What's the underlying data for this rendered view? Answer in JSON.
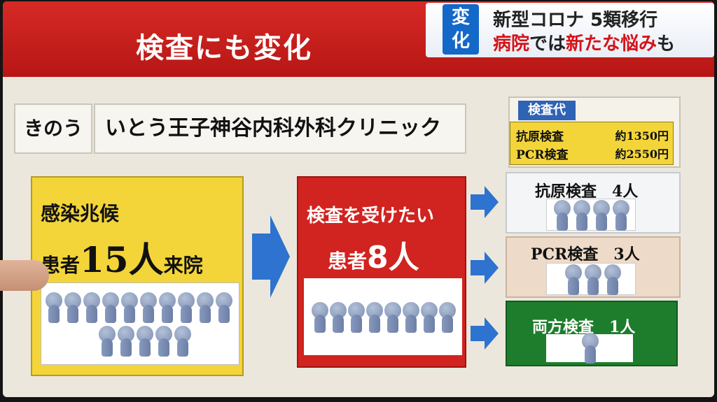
{
  "header": {
    "title": "検査にも変化"
  },
  "tag": {
    "badge": "変化",
    "line1": "新型コロナ 5類移行",
    "line2_a": "病院",
    "line2_b": "では",
    "line2_c": "新たな悩み",
    "line2_d": "も"
  },
  "clinic": {
    "date": "きのう",
    "name": "いとう王子神谷内科外科クリニック"
  },
  "cost": {
    "title": "検査代",
    "rows": [
      {
        "name": "抗原検査",
        "price": "約1350円"
      },
      {
        "name": "PCR検査",
        "price": "約2550円"
      }
    ]
  },
  "symptoms": {
    "line1": "感染兆候",
    "line2_pre": "患者",
    "count": "15人",
    "line2_post": "来院",
    "people": 15
  },
  "want_test": {
    "line1": "検査を受けたい",
    "line2_pre": "患者",
    "count": "8人",
    "people": 8
  },
  "results": [
    {
      "label": "抗原検査　4人",
      "people": 4
    },
    {
      "label": "PCR検査　3人",
      "people": 3
    },
    {
      "label": "両方検査　1人",
      "people": 1
    }
  ],
  "colors": {
    "banner": "#c81f1d",
    "yellow": "#f3d53a",
    "red_box": "#d1231f",
    "green_box": "#1d7d2c",
    "arrow": "#2d73cf",
    "badge": "#1468c8"
  }
}
